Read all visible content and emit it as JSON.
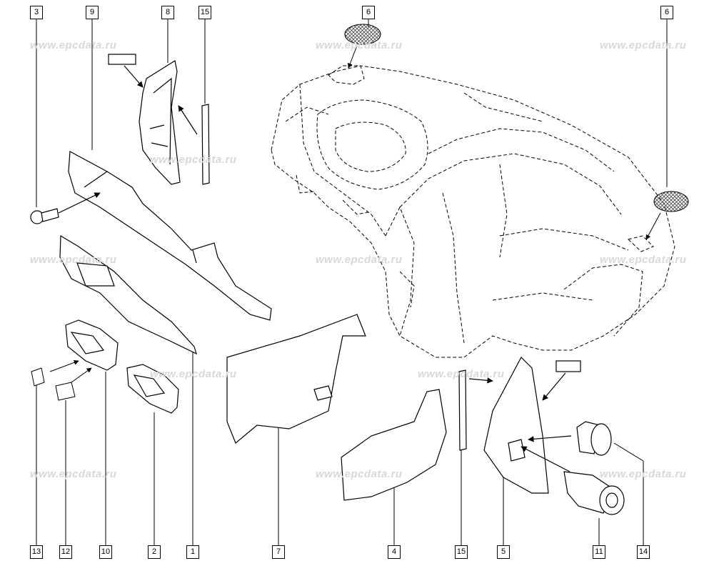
{
  "callouts": {
    "top": {
      "c3": "3",
      "c9": "9",
      "c8": "8",
      "c15": "15",
      "c6a": "6",
      "c6b": "6"
    },
    "bottom": {
      "c13": "13",
      "c12": "12",
      "c10": "10",
      "c2": "2",
      "c1": "1",
      "c7": "7",
      "c4": "4",
      "c15": "15",
      "c5": "5",
      "c11": "11",
      "c14": "14"
    }
  },
  "watermark": "www.epcdata.ru",
  "colors": {
    "line": "#000000",
    "fill": "#ffffff",
    "hatch": "#555555",
    "watermark": "#d8d8d8"
  }
}
